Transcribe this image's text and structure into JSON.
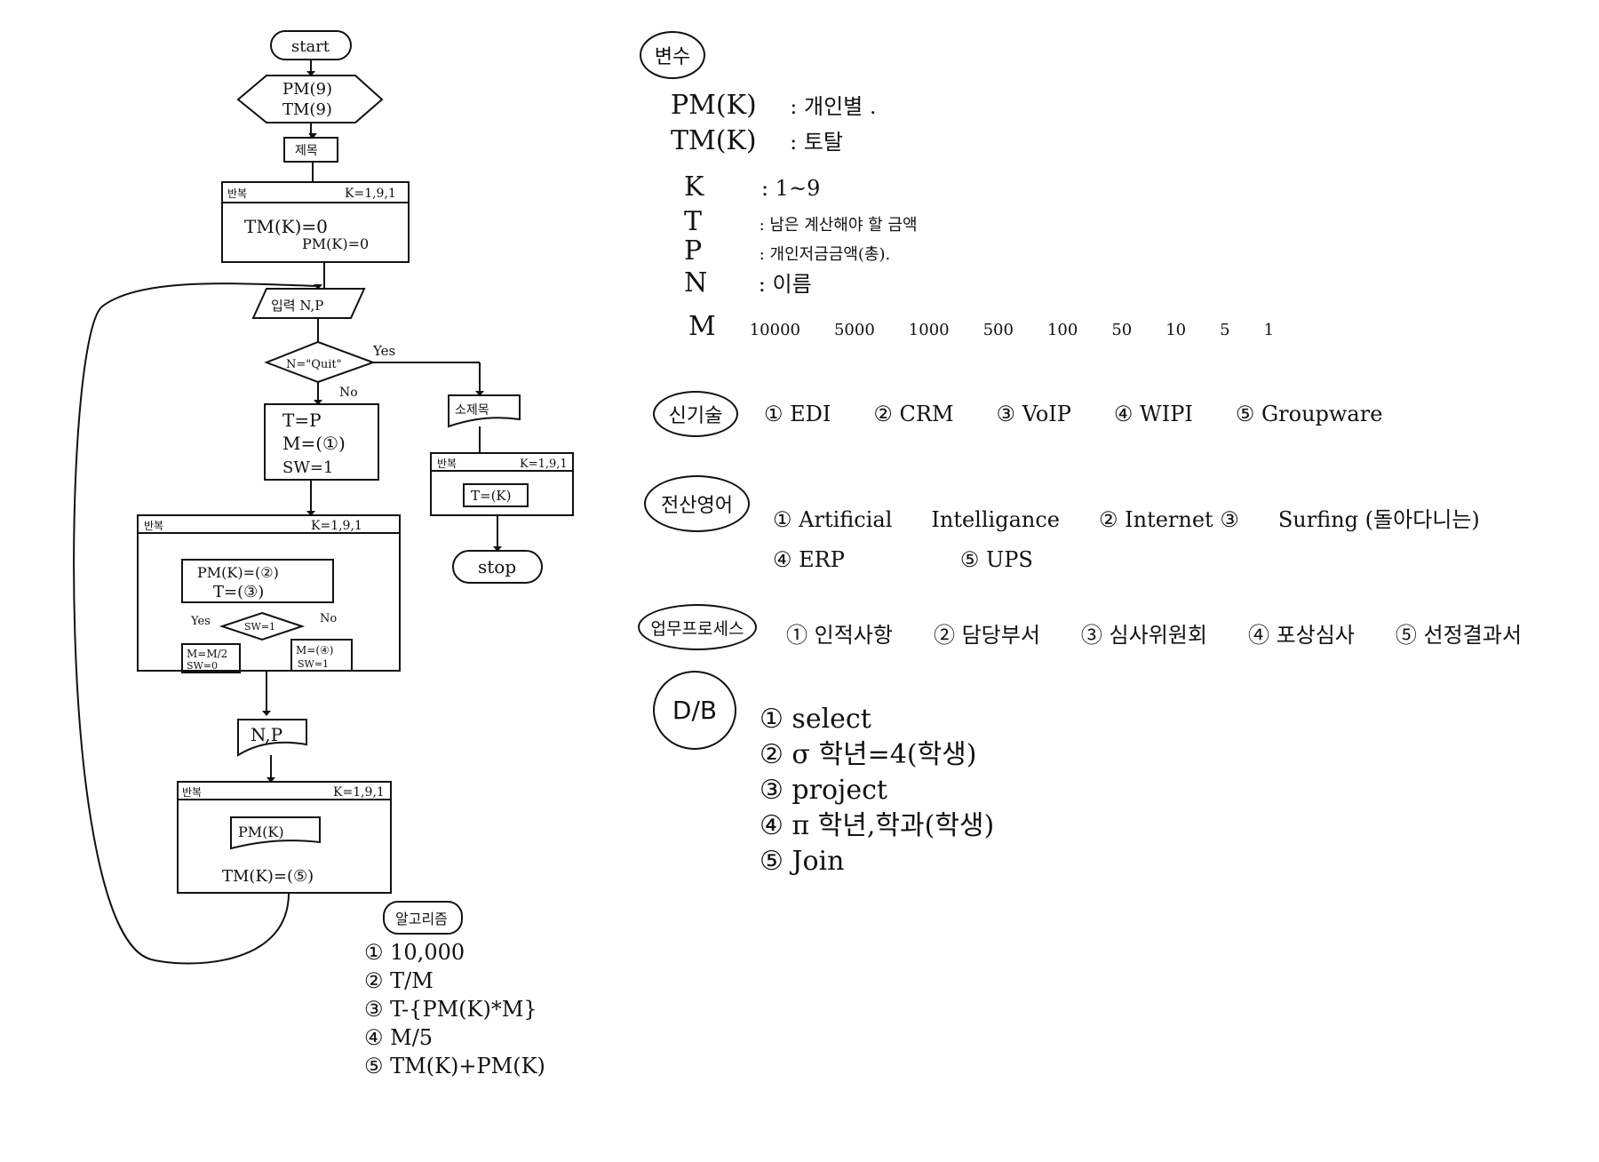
{
  "flowchart": {
    "start": "start",
    "decl_line1": "PM(9)",
    "decl_line2": "TM(9)",
    "title_box": "제목",
    "loop1_label": "반복",
    "loop1_range": "K=1,9,1",
    "loop1_line1": "TM(K)=0",
    "loop1_line2": "PM(K)=0",
    "input": "입력 N,P",
    "decision": "N=\"Quit\"",
    "yes": "Yes",
    "no": "No",
    "assign1": "T=P",
    "assign2": "M=(①)",
    "assign3": "SW=1",
    "loop2_label": "반복",
    "loop2_range": "K=1,9,1",
    "loop2_line1": "PM(K)=(②)",
    "loop2_line2": "T=(③)",
    "sw_decision": "SW=1",
    "sw_yes": "Yes",
    "sw_no": "No",
    "sw_yes_box1": "M=M/2",
    "sw_yes_box2": "SW=0",
    "sw_no_box1": "M=(④)",
    "sw_no_box2": "SW=1",
    "output_np": "N,P",
    "loop3_label": "반복",
    "loop3_range": "K=1,9,1",
    "loop3_out": "PM(K)",
    "loop3_line": "TM(K)=(⑤)",
    "right_title": "소제목",
    "right_loop_label": "반복",
    "right_loop_range": "K=1,9,1",
    "right_out": "T=(K)",
    "stop": "stop"
  },
  "algorithm": {
    "title": "알고리즘",
    "items": [
      "① 10,000",
      "② T/M",
      "③ T-{PM(K)*M}",
      "④ M/5",
      "⑤ TM(K)+PM(K)"
    ]
  },
  "variables": {
    "title": "변수",
    "lines": [
      {
        "name": "PM(K)",
        "desc": ": 개인별 ."
      },
      {
        "name": "TM(K)",
        "desc": ": 토탈"
      },
      {
        "name": "K",
        "desc": ": 1~9"
      },
      {
        "name": "T",
        "desc": ": 남은 계산해야 할 금액"
      },
      {
        "name": "P",
        "desc": ": 개인저금금액(총)."
      },
      {
        "name": "N",
        "desc": ": 이름"
      }
    ],
    "m_name": "M",
    "m_values": [
      "10000",
      "5000",
      "1000",
      "500",
      "100",
      "50",
      "10",
      "5",
      "1"
    ]
  },
  "new_tech": {
    "title": "신기술",
    "items": [
      "① EDI",
      "② CRM",
      "③ VoIP",
      "④ WIPI",
      "⑤ Groupware"
    ]
  },
  "computing": {
    "title": "전산영어",
    "row1": [
      "① Artificial",
      "Intelligance",
      "② Internet ③",
      "Surfing (돌아다니는)"
    ],
    "row2": [
      "④ ERP",
      "⑤ UPS"
    ]
  },
  "process": {
    "title": "업무프로세스",
    "items": [
      "① 인적사항",
      "② 담당부서",
      "③ 심사위원회",
      "④ 포상심사",
      "⑤ 선정결과서"
    ]
  },
  "db": {
    "title": "D/B",
    "items": [
      "① select",
      "② σ 학년=4(학생)",
      "③ project",
      "④ π 학년,학과(학생)",
      "⑤ Join"
    ]
  },
  "colors": {
    "ink": "#111111",
    "paper": "#ffffff"
  }
}
